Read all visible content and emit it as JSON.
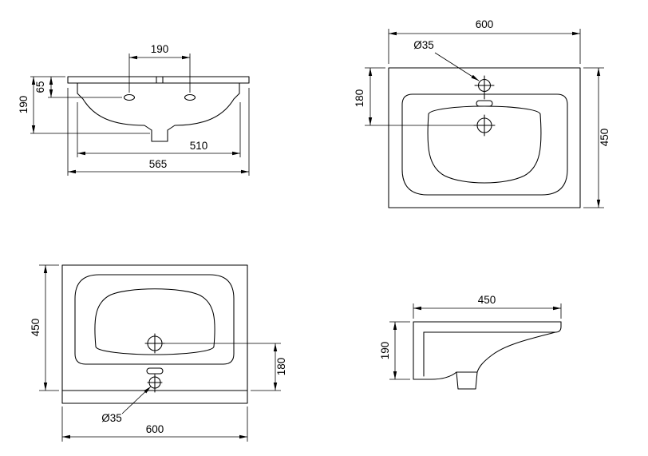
{
  "drawing": {
    "front_view": {
      "tap_hole_spacing": "190",
      "rim_to_tap_holes": "65",
      "height": "190",
      "bowl_width": "510",
      "width": "565"
    },
    "top_view": {
      "width": "600",
      "tap_hole": "Ø35",
      "drain_from_back": "180",
      "depth": "450"
    },
    "bottom_view": {
      "depth": "450",
      "drain_from_back": "180",
      "tap_hole": "Ø35",
      "width": "600"
    },
    "side_view": {
      "depth": "450",
      "height": "190"
    },
    "colors": {
      "line": "#000000",
      "background": "#ffffff"
    }
  }
}
